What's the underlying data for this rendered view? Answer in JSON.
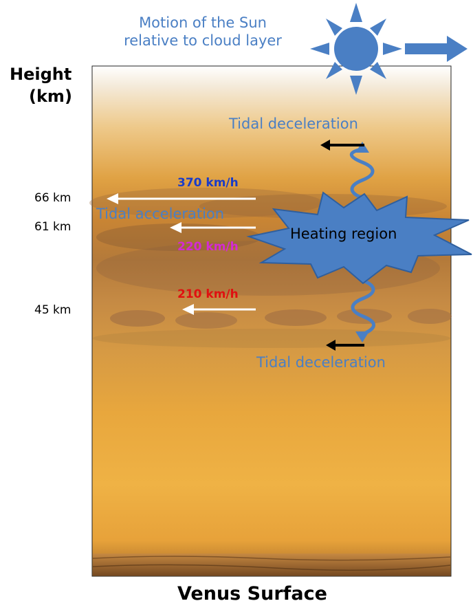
{
  "sun_motion": {
    "line1": "Motion of the Sun",
    "line2": "relative to cloud layer"
  },
  "axis": {
    "title_line1": "Height",
    "title_line2": "(km)"
  },
  "heights": [
    "66 km",
    "61 km",
    "45 km"
  ],
  "speeds": {
    "top": "370 km/h",
    "middle": "220 km/h",
    "bottom": "210 km/h"
  },
  "labels": {
    "tidal_acceleration": "Tidal acceleration",
    "tidal_deceleration_top": "Tidal deceleration",
    "tidal_deceleration_bottom": "Tidal deceleration",
    "heating_region": "Heating region",
    "surface": "Venus Surface"
  },
  "colors": {
    "sun": "#4a7fc4",
    "speed_top": "#1a3cc8",
    "speed_middle": "#d42ad4",
    "speed_bottom": "#e01010",
    "annotation": "#4a7fc4"
  },
  "icons": [
    "sun-icon",
    "motion-arrow-icon",
    "wavy-arrow-icon",
    "starburst-icon"
  ]
}
